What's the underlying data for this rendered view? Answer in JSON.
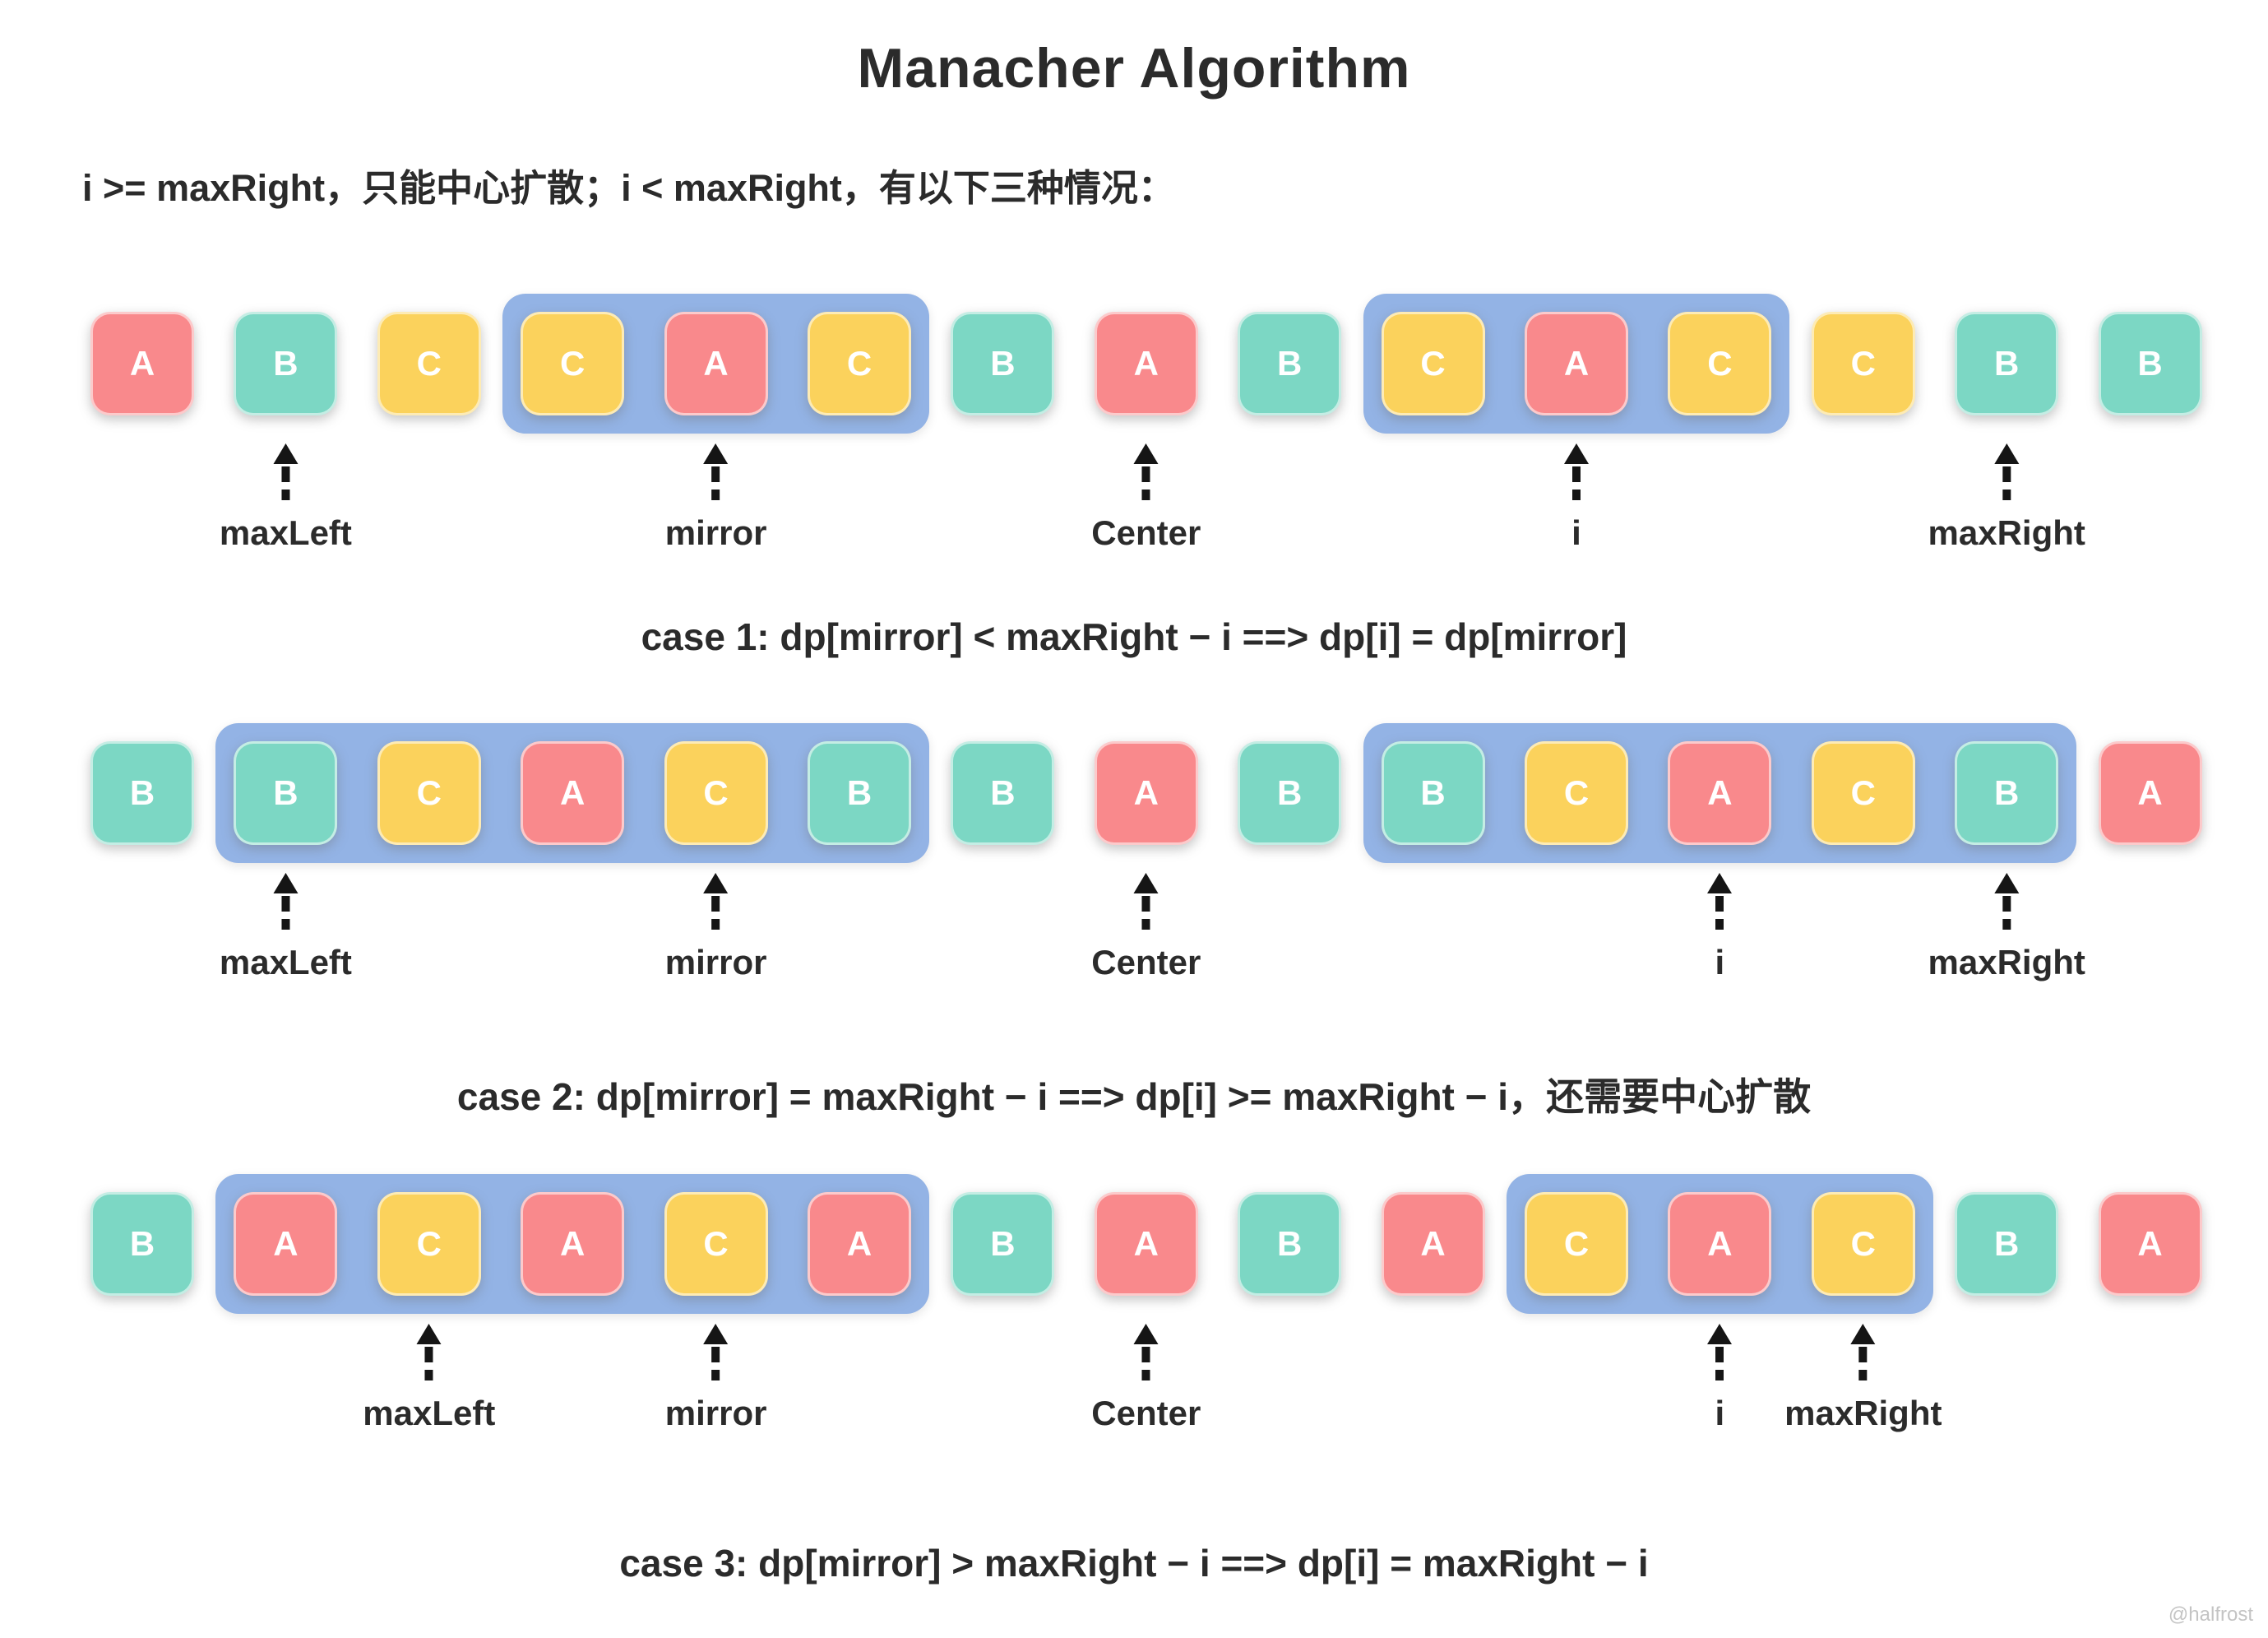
{
  "title": "Manacher Algorithm",
  "subtitle": "i >= maxRight，只能中心扩散；i < maxRight，有以下三种情况：",
  "watermark": "@halfrost",
  "colors": {
    "A": "#F9898C",
    "B": "#7CD7C4",
    "C": "#FBD25C",
    "highlight": "#93B3E5",
    "text": "#2B2B2B"
  },
  "layout": {
    "first_center": 173,
    "spacing": 174.4,
    "tile": 126,
    "pad": 22
  },
  "rows": [
    {
      "letters": [
        "A",
        "B",
        "C",
        "C",
        "A",
        "C",
        "B",
        "A",
        "B",
        "C",
        "A",
        "C",
        "C",
        "B",
        "B"
      ],
      "highlights": [
        [
          3,
          5
        ],
        [
          9,
          11
        ]
      ],
      "pointers": [
        {
          "label": "maxLeft",
          "index": 1
        },
        {
          "label": "mirror",
          "index": 4
        },
        {
          "label": "Center",
          "index": 7
        },
        {
          "label": "i",
          "index": 10
        },
        {
          "label": "maxRight",
          "index": 13
        }
      ],
      "caption": "case 1:  dp[mirror] < maxRight − i  ==> dp[i] = dp[mirror]"
    },
    {
      "letters": [
        "B",
        "B",
        "C",
        "A",
        "C",
        "B",
        "B",
        "A",
        "B",
        "B",
        "C",
        "A",
        "C",
        "B",
        "A"
      ],
      "highlights": [
        [
          1,
          5
        ],
        [
          9,
          13
        ]
      ],
      "pointers": [
        {
          "label": "maxLeft",
          "index": 1
        },
        {
          "label": "mirror",
          "index": 4
        },
        {
          "label": "Center",
          "index": 7
        },
        {
          "label": "i",
          "index": 11
        },
        {
          "label": "maxRight",
          "index": 13
        }
      ],
      "caption": "case 2:  dp[mirror] = maxRight − i  ==> dp[i] >= maxRight − i，还需要中心扩散"
    },
    {
      "letters": [
        "B",
        "A",
        "C",
        "A",
        "C",
        "A",
        "B",
        "A",
        "B",
        "A",
        "C",
        "A",
        "C",
        "B",
        "A"
      ],
      "highlights": [
        [
          1,
          5
        ],
        [
          10,
          12
        ]
      ],
      "pointers": [
        {
          "label": "maxLeft",
          "index": 2
        },
        {
          "label": "mirror",
          "index": 4
        },
        {
          "label": "Center",
          "index": 7
        },
        {
          "label": "i",
          "index": 11
        },
        {
          "label": "maxRight",
          "index": 12
        }
      ],
      "caption": "case 3:  dp[mirror] > maxRight − i  ==> dp[i] = maxRight − i"
    }
  ]
}
